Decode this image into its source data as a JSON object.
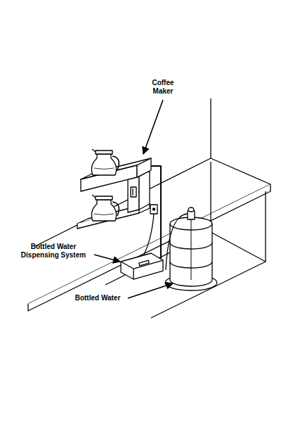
{
  "diagram": {
    "labels": [
      "Coffee Maker",
      "Bottled Water Dispensing System",
      "Bottled Water"
    ]
  }
}
